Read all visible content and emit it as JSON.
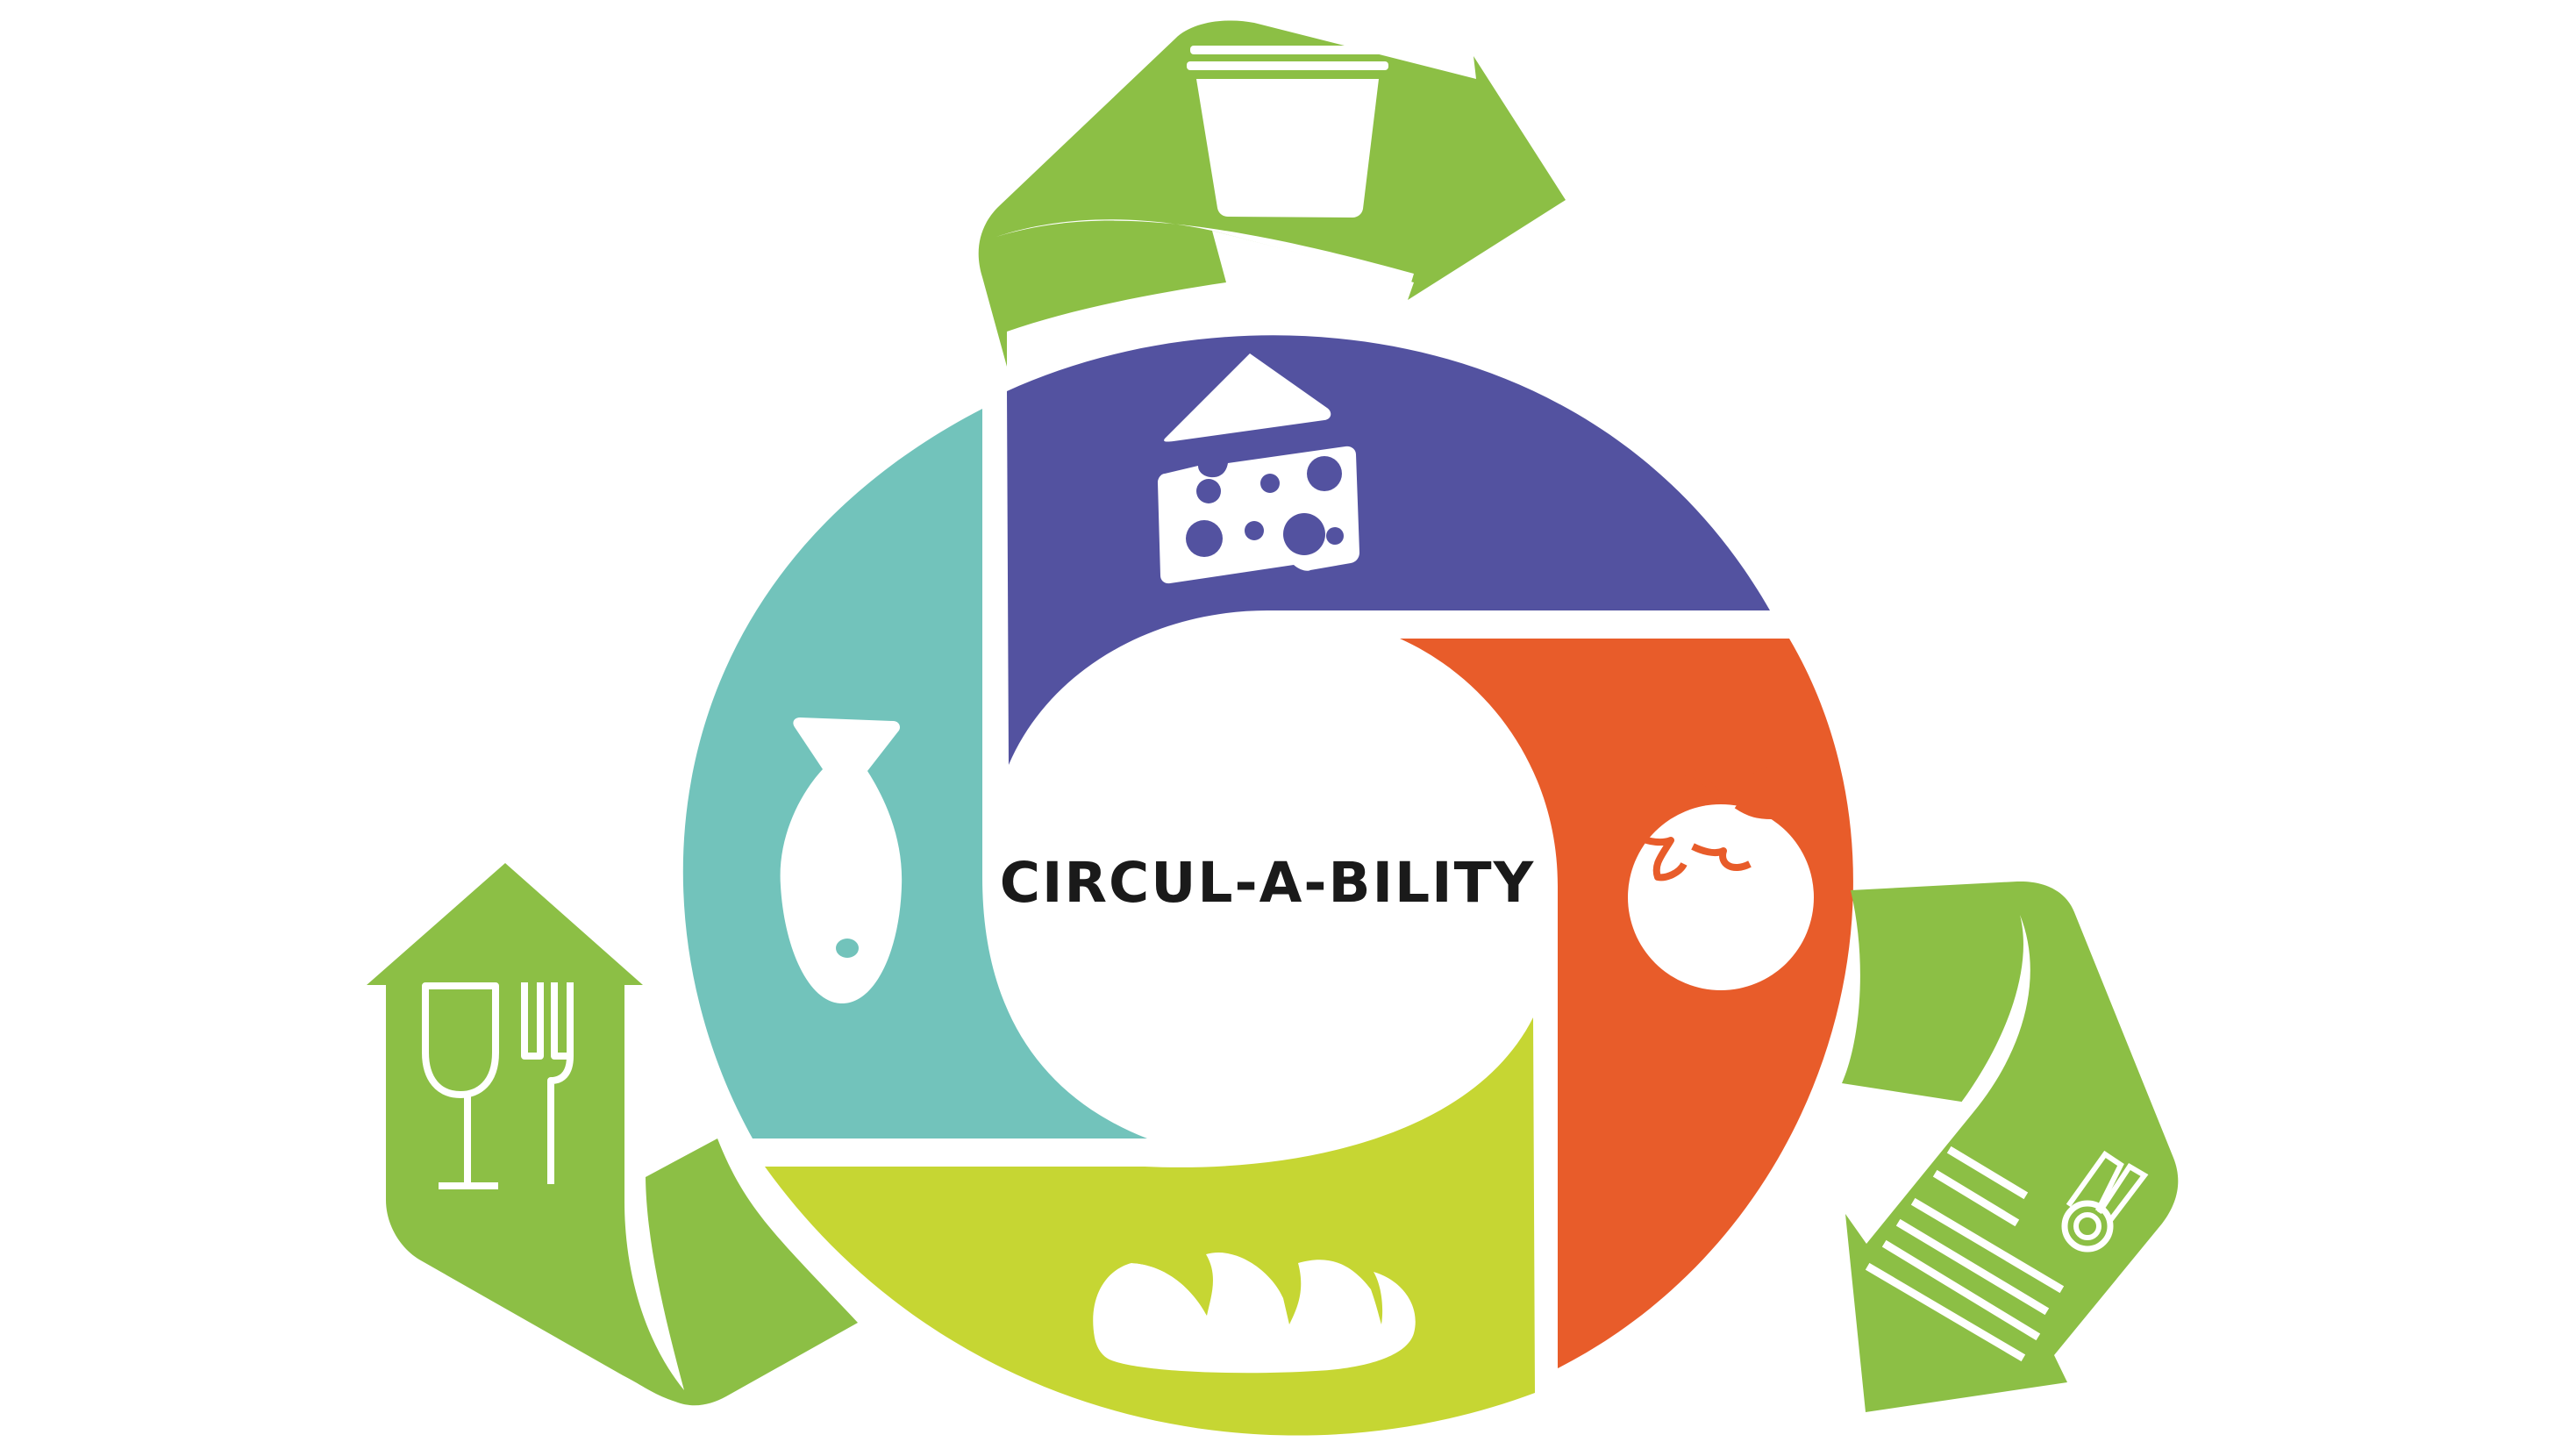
{
  "title": "CIRCUL-A-BILITY",
  "colors": {
    "purple": "#5352A0",
    "orange": "#E85C2A",
    "lime": "#C6D633",
    "teal": "#72C3BB",
    "green": "#8CBF45",
    "white": "#FFFFFF",
    "text": "#1A1A1A"
  },
  "segments": [
    {
      "name": "purple-segment",
      "color": "purple",
      "icon": "cheese-icon"
    },
    {
      "name": "orange-segment",
      "color": "orange",
      "icon": "tomato-icon"
    },
    {
      "name": "lime-segment",
      "color": "lime",
      "icon": "bread-icon"
    },
    {
      "name": "teal-segment",
      "color": "teal",
      "icon": "fish-icon"
    }
  ],
  "recycle_arrows": [
    {
      "name": "top-recycle-arrow",
      "color": "green",
      "icon": "container-icon"
    },
    {
      "name": "right-recycle-arrow",
      "color": "green",
      "icon": "receipt-icon"
    },
    {
      "name": "left-recycle-arrow",
      "color": "green",
      "icon": "glass-and-fork-icon"
    }
  ]
}
